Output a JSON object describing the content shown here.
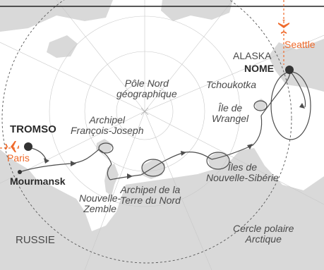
{
  "colors": {
    "land": "#d9d9d9",
    "sea": "#ffffff",
    "route": "#4d4d4d",
    "accent": "#ef6a2b",
    "text": "#4a4a4a"
  },
  "labels": {
    "pole": [
      "Pôle Nord",
      "géographique"
    ],
    "franz_josef": [
      "Archipel",
      "François-Joseph"
    ],
    "novaya": [
      "Nouvelle-",
      "Zemble"
    ],
    "severnaya": [
      "Archipel de la",
      "Terre du Nord"
    ],
    "new_siberia": [
      "Îles de",
      "Nouvelle-Sibérie"
    ],
    "wrangel": [
      "Île de",
      "Wrangel"
    ],
    "chukotka": "Tchoukotka",
    "alaska": "ALASKA",
    "nome": "NOME",
    "seattle": "Seattle",
    "tromso": "TROMSO",
    "paris": "Paris",
    "murmansk": "Mourmansk",
    "russia": "RUSSIE",
    "arctic_circle": [
      "Cercle polaire",
      "Arctique"
    ]
  },
  "icons": {
    "flight_to_seattle": "airplane-icon",
    "flight_from_paris": "airplane-icon"
  }
}
